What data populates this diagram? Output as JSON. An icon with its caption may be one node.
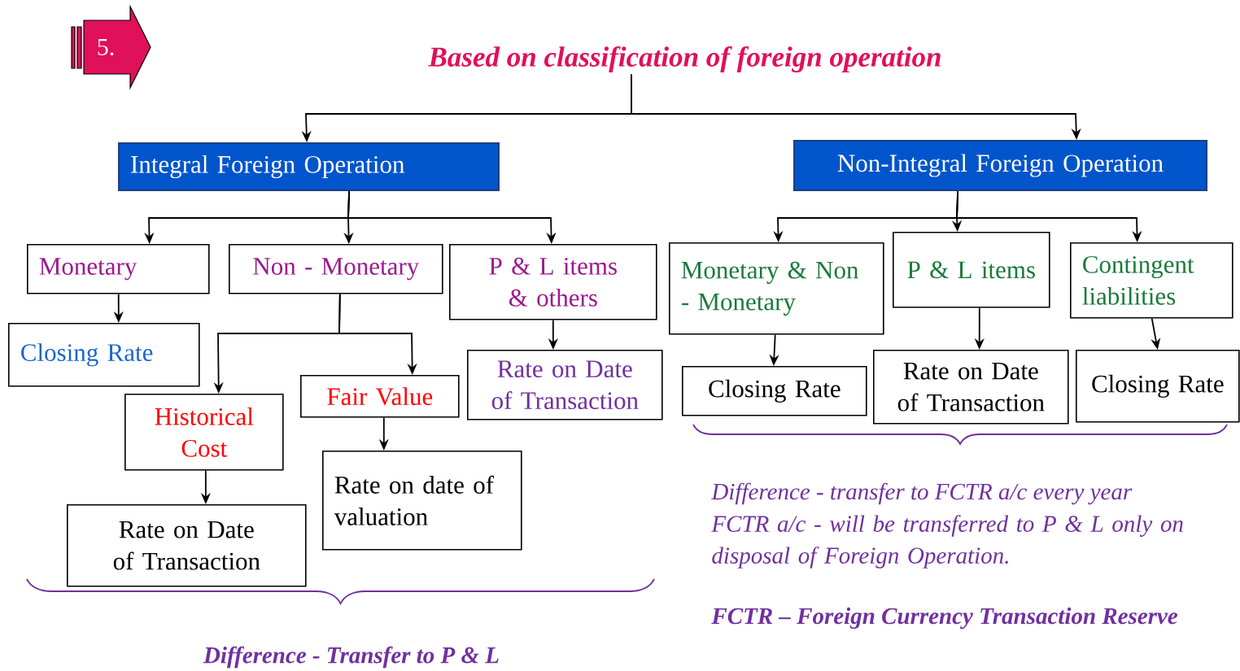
{
  "diagram": {
    "nodes": [
      {
        "text": [
          "5."
        ]
      },
      {
        "text": [
          "Based on classification of foreign operation"
        ]
      },
      {
        "text": [
          "Integral Foreign Operation"
        ]
      },
      {
        "text": [
          "Non-Integral Foreign Operation"
        ]
      },
      {
        "text": [
          "Monetary"
        ]
      },
      {
        "text": [
          "Non - Monetary"
        ]
      },
      {
        "text": [
          "P & L items & others"
        ]
      },
      {
        "text": [
          "Monetary & Non - Monetary"
        ]
      },
      {
        "text": [
          "P & L items"
        ]
      },
      {
        "text": [
          "Contingent liabilities"
        ]
      },
      {
        "text": [
          "Closing Rate"
        ]
      },
      {
        "text": [
          "Rate on Date of Transaction"
        ]
      },
      {
        "text": [
          "Fair Value"
        ]
      },
      {
        "text": [
          "Historical Cost"
        ]
      },
      {
        "text": [
          "Closing Rate"
        ]
      },
      {
        "text": [
          "Rate on Date of Transaction"
        ]
      },
      {
        "text": [
          "Closing Rate"
        ]
      },
      {
        "text": [
          "Rate on date of valuation"
        ]
      },
      {
        "text": [
          "Rate on Date of Transaction"
        ]
      }
    ],
    "edges": [
      {
        "from": 1,
        "to": 2,
        "arrow": "to"
      },
      {
        "from": 1,
        "to": 3,
        "arrow": "to"
      },
      {
        "from": 2,
        "to": 4,
        "arrow": "to"
      },
      {
        "from": 2,
        "to": 5,
        "arrow": "to"
      },
      {
        "from": 2,
        "to": 6,
        "arrow": "to"
      },
      {
        "from": 3,
        "to": 7,
        "arrow": "to"
      },
      {
        "from": 3,
        "to": 8,
        "arrow": "to"
      },
      {
        "from": 3,
        "to": 9,
        "arrow": "to"
      },
      {
        "from": 4,
        "to": 10,
        "arrow": "to"
      },
      {
        "from": 5,
        "to": 13,
        "arrow": "to"
      },
      {
        "from": 5,
        "to": 12,
        "arrow": "to"
      },
      {
        "from": 6,
        "to": 11,
        "arrow": "to"
      },
      {
        "from": 7,
        "to": 14,
        "arrow": "to"
      },
      {
        "from": 8,
        "to": 15,
        "arrow": "to"
      },
      {
        "from": 9,
        "to": 16,
        "arrow": "to"
      },
      {
        "from": 13,
        "to": 18,
        "arrow": "to"
      },
      {
        "from": 12,
        "to": 17,
        "arrow": "to"
      }
    ],
    "labels": [
      "Difference - Transfer to P & L",
      "Difference - transfer to FCTR a/c every year",
      "FCTR a/c - will be transferred to P & L only on disposal of Foreign Operation.",
      "FCTR – Foreign Currency Transaction Reserve"
    ]
  }
}
